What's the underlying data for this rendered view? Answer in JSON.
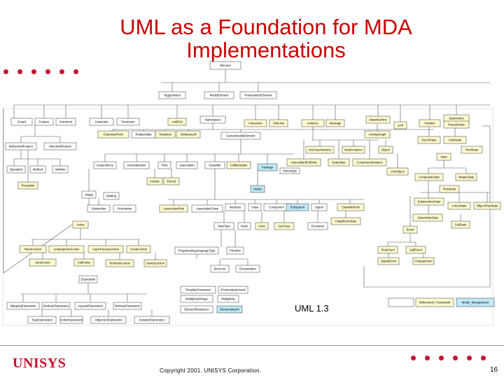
{
  "slide": {
    "title": "UML as a Foundation for MDA Implementations",
    "uml_version": "UML 1.3",
    "logo": "UNISYS",
    "copyright": "Copyright 2001.  UNISYS Corporation.",
    "page_number": "16",
    "dot_color": "#c8102e",
    "title_color": "#cc0000"
  },
  "diagram": {
    "classes": [
      {
        "id": "element",
        "label": "Element"
      },
      {
        "id": "taggedvalue",
        "label": "TaggedValue"
      },
      {
        "id": "modelelement",
        "label": "ModelElement"
      },
      {
        "id": "presentationelement",
        "label": "PresentationElement"
      },
      {
        "id": "guard",
        "label": "Guard"
      },
      {
        "id": "feature",
        "label": "Feature"
      },
      {
        "id": "comment",
        "label": "Comment"
      },
      {
        "id": "constraint",
        "label": "Constraint"
      },
      {
        "id": "parameter",
        "label": "Parameter"
      },
      {
        "id": "linkend",
        "label": "LinkEnd"
      },
      {
        "id": "namespace",
        "label": "Namespace"
      },
      {
        "id": "interaction",
        "label": "Interaction"
      },
      {
        "id": "stimulus",
        "label": "Stimulus"
      },
      {
        "id": "instance",
        "label": "Instance"
      },
      {
        "id": "message",
        "label": "Message"
      },
      {
        "id": "partition",
        "label": "Partition"
      },
      {
        "id": "statemachine",
        "label": "StateMachine"
      },
      {
        "id": "link",
        "label": "Link"
      },
      {
        "id": "statevertex",
        "label": "StateVertex"
      },
      {
        "id": "pseudostate",
        "label": "PseudoState"
      },
      {
        "id": "extensionpoint",
        "label": "ExtensionPoint"
      },
      {
        "id": "relationship",
        "label": "Relationship"
      },
      {
        "id": "transition",
        "label": "Transition"
      },
      {
        "id": "attributelink",
        "label": "AttributeLink"
      },
      {
        "id": "generalizableelement",
        "label": "GeneralizableElement"
      },
      {
        "id": "activitygraph",
        "label": "ActivityGraph"
      },
      {
        "id": "syncstate",
        "label": "SynchState"
      },
      {
        "id": "stubstate",
        "label": "StubState"
      },
      {
        "id": "behavioralfeature",
        "label": "BehavioralFeature"
      },
      {
        "id": "structuralfeature",
        "label": "StructuralFeature"
      },
      {
        "id": "usecaseinstance",
        "label": "UseCaseInstance"
      },
      {
        "id": "nodeinstance",
        "label": "NodeInstance"
      },
      {
        "id": "object",
        "label": "Object"
      },
      {
        "id": "finalstate",
        "label": "FinalState"
      },
      {
        "id": "state",
        "label": "State"
      },
      {
        "id": "operation",
        "label": "Operation"
      },
      {
        "id": "method",
        "label": "Method"
      },
      {
        "id": "attribute",
        "label": "Attribute"
      },
      {
        "id": "dependency",
        "label": "Dependency"
      },
      {
        "id": "generalization",
        "label": "Generalization"
      },
      {
        "id": "flow",
        "label": "Flow"
      },
      {
        "id": "association",
        "label": "Association"
      },
      {
        "id": "classifier",
        "label": "Classifier"
      },
      {
        "id": "collaboration",
        "label": "Collaboration"
      },
      {
        "id": "associationendrole",
        "label": "AssociationEndRole"
      },
      {
        "id": "datavalue",
        "label": "DataValue"
      },
      {
        "id": "componentinstance",
        "label": "ComponentInstance"
      },
      {
        "id": "linkobject",
        "label": "LinkObject"
      },
      {
        "id": "compositestate",
        "label": "CompositeState"
      },
      {
        "id": "simplestate",
        "label": "SimpleState"
      },
      {
        "id": "reception",
        "label": "Reception"
      },
      {
        "id": "include",
        "label": "Include"
      },
      {
        "id": "extend",
        "label": "Extend"
      },
      {
        "id": "package",
        "label": "Package"
      },
      {
        "id": "usage",
        "label": "Usage"
      },
      {
        "id": "binding",
        "label": "Binding"
      },
      {
        "id": "model",
        "label": "Model"
      },
      {
        "id": "flowstate",
        "label": "FlowState"
      },
      {
        "id": "abstraction",
        "label": "Abstraction"
      },
      {
        "id": "permission",
        "label": "Permission"
      },
      {
        "id": "associationrole",
        "label": "AssociationRole"
      },
      {
        "id": "associationclass",
        "label": "AssociationClass"
      },
      {
        "id": "interface",
        "label": "Interface"
      },
      {
        "id": "class",
        "label": "Class"
      },
      {
        "id": "component",
        "label": "Component"
      },
      {
        "id": "subsystem",
        "label": "Subsystem"
      },
      {
        "id": "signal",
        "label": "Signal"
      },
      {
        "id": "classifierrole",
        "label": "ClassifierRole"
      },
      {
        "id": "submachinestate",
        "label": "SubmachineState"
      },
      {
        "id": "actionstate",
        "label": "ActionState"
      },
      {
        "id": "objectflowstate",
        "label": "ObjectFlowState"
      },
      {
        "id": "subactivitystate",
        "label": "SubactivityState"
      },
      {
        "id": "callstate",
        "label": "CallState"
      },
      {
        "id": "datatype",
        "label": "DataType"
      },
      {
        "id": "node",
        "label": "Node"
      },
      {
        "id": "actor",
        "label": "Actor"
      },
      {
        "id": "usecase",
        "label": "UseCase"
      },
      {
        "id": "exception",
        "label": "Exception"
      },
      {
        "id": "classifierinstate",
        "label": "ClassifierInState"
      },
      {
        "id": "action",
        "label": "Action"
      },
      {
        "id": "event",
        "label": "Event"
      },
      {
        "id": "returnaction",
        "label": "ReturnAction"
      },
      {
        "id": "uninterpretedaction",
        "label": "UninterpretedAction"
      },
      {
        "id": "asynchronousaction",
        "label": "AsynchronousAction"
      },
      {
        "id": "createaction",
        "label": "CreateAction"
      },
      {
        "id": "programminglanguagetype",
        "label": "ProgrammingLanguageType"
      },
      {
        "id": "primitive",
        "label": "Primitive"
      },
      {
        "id": "timeevent",
        "label": "TimeEvent"
      },
      {
        "id": "callevent",
        "label": "CallEvent"
      },
      {
        "id": "sendaction",
        "label": "SendAction"
      },
      {
        "id": "callaction",
        "label": "CallAction"
      },
      {
        "id": "terminateaction",
        "label": "TerminateAction"
      },
      {
        "id": "destroyaction",
        "label": "DestroyAction"
      },
      {
        "id": "signalevent",
        "label": "SignalEvent"
      },
      {
        "id": "changeevent",
        "label": "ChangeEvent"
      },
      {
        "id": "structure",
        "label": "Structure"
      },
      {
        "id": "enumeration",
        "label": "Enumeration"
      },
      {
        "id": "expression",
        "label": "Expression"
      },
      {
        "id": "templateparameter",
        "label": "TemplateParameter"
      },
      {
        "id": "enumerationliteral",
        "label": "EnumerationLiteral"
      },
      {
        "id": "multiplicityrange",
        "label": "MultiplicityRange"
      },
      {
        "id": "multiplicity",
        "label": "Multiplicity"
      },
      {
        "id": "elementresidence",
        "label": "ElementResidence"
      },
      {
        "id": "elementimport",
        "label": "ElementImport"
      },
      {
        "id": "stereotype",
        "label": "Stereotype"
      },
      {
        "id": "refinement_framework",
        "label": "Refinement_Framework"
      },
      {
        "id": "model_management",
        "label": "Model_Management"
      },
      {
        "id": "mappingexpression",
        "label": "MappingExpression"
      },
      {
        "id": "booleanexpression",
        "label": "BooleanExpression"
      },
      {
        "id": "argexpression",
        "label": "ArgListsExpression"
      },
      {
        "id": "boolexpr2",
        "label": "BooleanExpression"
      },
      {
        "id": "typeexpression",
        "label": "TypeExpression"
      },
      {
        "id": "actionexpression",
        "label": "ActionExpression"
      },
      {
        "id": "objectsetexpression",
        "label": "ObjectSetExpression"
      },
      {
        "id": "iterationexpression",
        "label": "IterationExpression"
      }
    ]
  }
}
